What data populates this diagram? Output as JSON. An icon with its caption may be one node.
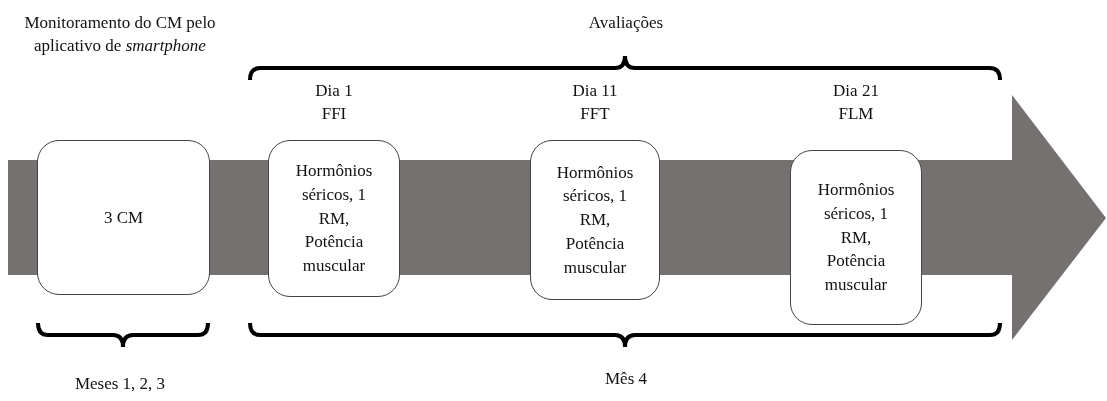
{
  "diagram": {
    "nodes": [
      {
        "text": [
          "3 CM"
        ]
      },
      {
        "text": [
          "Hormônios séricos, 1 RM, Potência muscular"
        ]
      },
      {
        "text": [
          "Hormônios séricos, 1 RM, Potência muscular"
        ]
      },
      {
        "text": [
          "Hormônios séricos, 1 RM, Potência muscular"
        ]
      }
    ],
    "edges": [],
    "labels": [
      "Avaliações",
      "Monitoramento do CM pelo aplicativo de *smartphone*",
      "Dia 1 FFI",
      "Dia 11 FFT",
      "Dia 21 FLM",
      "Meses 1, 2, 3",
      "Mês 4"
    ]
  }
}
